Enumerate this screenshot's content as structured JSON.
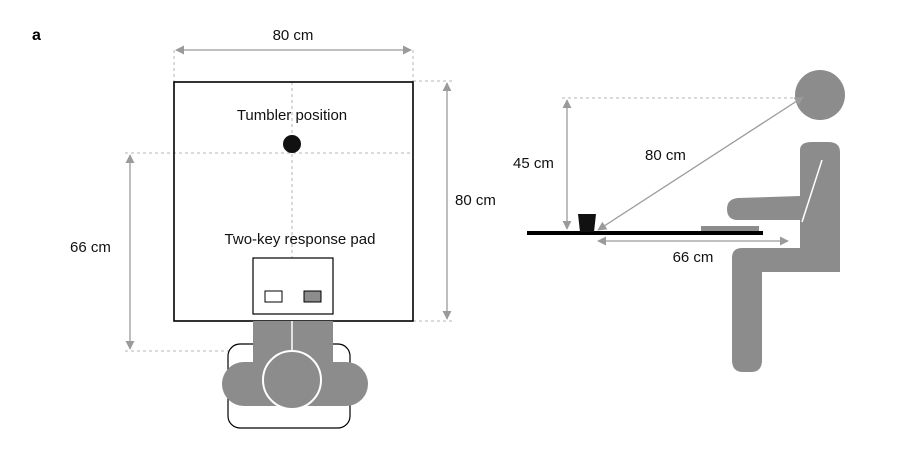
{
  "panel_label": "a",
  "top_view": {
    "table_width_label": "80 cm",
    "table_depth_label": "80 cm",
    "tumbler_distance_label": "66 cm",
    "tumbler_label": "Tumbler position",
    "response_pad_label": "Two-key response pad"
  },
  "side_view": {
    "height_label": "45 cm",
    "diagonal_label": "80 cm",
    "horizontal_label": "66 cm"
  },
  "colors": {
    "figure_gray": "#8c8c8c",
    "arrow_gray": "#9a9a9a",
    "dashed_gray": "#b4b4b4",
    "key_gray": "#8c8c8c",
    "tumbler": "#111111"
  }
}
